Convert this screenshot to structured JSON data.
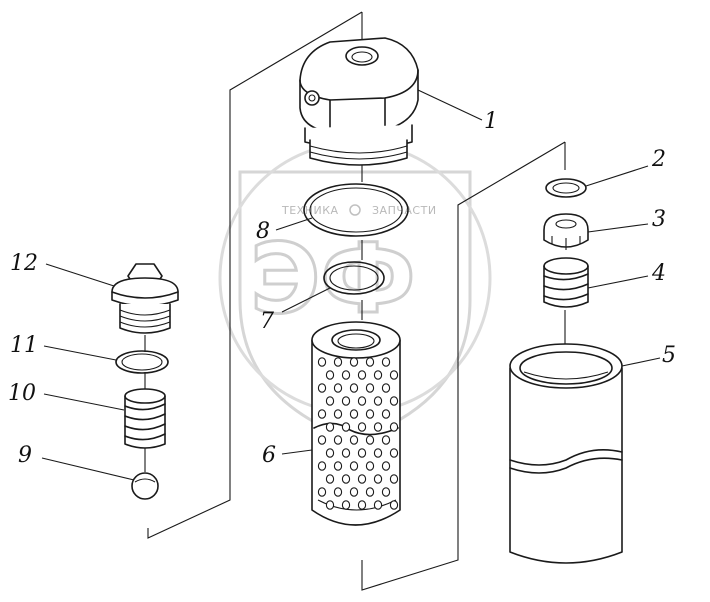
{
  "watermark": {
    "top_text_left": "ТЕХНИКА",
    "top_text_right": "ЗАПЧАСТИ",
    "big_text": "ЭФ"
  },
  "callouts": [
    {
      "id": "1",
      "part": "housing-cap"
    },
    {
      "id": "2",
      "part": "ring-washer"
    },
    {
      "id": "3",
      "part": "valve-cap"
    },
    {
      "id": "4",
      "part": "valve-spring"
    },
    {
      "id": "5",
      "part": "filter-housing-cup"
    },
    {
      "id": "6",
      "part": "filter-element"
    },
    {
      "id": "7",
      "part": "small-gasket"
    },
    {
      "id": "8",
      "part": "large-gasket"
    },
    {
      "id": "9",
      "part": "ball"
    },
    {
      "id": "10",
      "part": "bypass-spring"
    },
    {
      "id": "11",
      "part": "plug-gasket"
    },
    {
      "id": "12",
      "part": "drain-plug"
    }
  ]
}
